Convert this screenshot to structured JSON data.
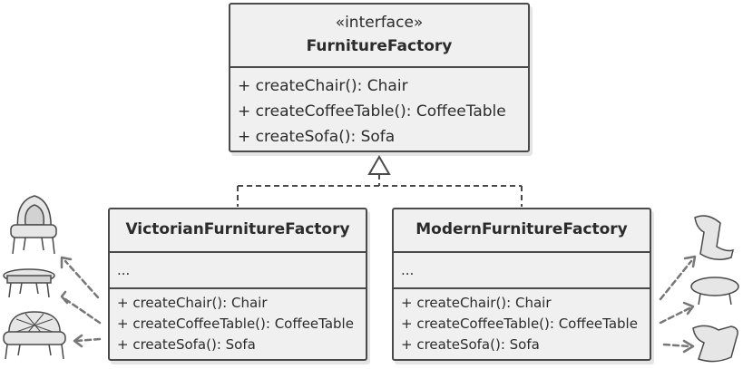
{
  "interface": {
    "stereotype": "«interface»",
    "name": "FurnitureFactory",
    "methods": [
      "+ createChair(): Chair",
      "+ createCoffeeTable(): CoffeeTable",
      "+ createSofa(): Sofa"
    ]
  },
  "victorian": {
    "name": "VictorianFurnitureFactory",
    "fields": "...",
    "methods": [
      "+ createChair(): Chair",
      "+ createCoffeeTable(): CoffeeTable",
      "+ createSofa(): Sofa"
    ]
  },
  "modern": {
    "name": "ModernFurnitureFactory",
    "fields": "...",
    "methods": [
      "+ createChair(): Chair",
      "+ createCoffeeTable(): CoffeeTable",
      "+ createSofa(): Sofa"
    ]
  },
  "icons": {
    "victorian_products": [
      "victorian-chair-icon",
      "victorian-coffee-table-icon",
      "victorian-sofa-icon"
    ],
    "modern_products": [
      "modern-chair-icon",
      "modern-coffee-table-icon",
      "modern-sofa-icon"
    ]
  },
  "colors": {
    "box_fill": "#f0f0f0",
    "stroke": "#4a4a4a",
    "arrow": "#777777"
  }
}
